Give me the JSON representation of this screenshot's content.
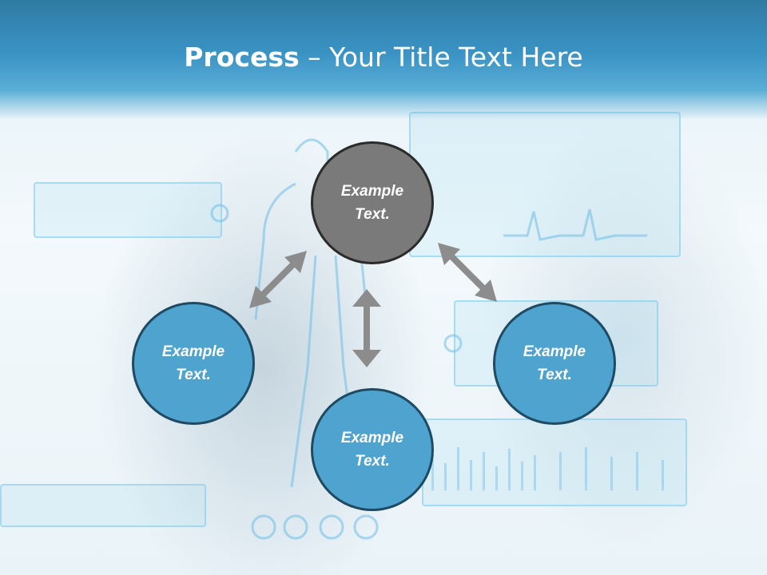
{
  "title": {
    "bold": "Process",
    "rest": " – Your Title Text Here"
  },
  "nodes": [
    {
      "id": "top",
      "label_line1": "Example",
      "label_line2": "Text."
    },
    {
      "id": "left",
      "label_line1": "Example",
      "label_line2": "Text."
    },
    {
      "id": "bottom",
      "label_line1": "Example",
      "label_line2": "Text."
    },
    {
      "id": "right",
      "label_line1": "Example",
      "label_line2": "Text."
    }
  ],
  "colors": {
    "title_bar": "#3a93c4",
    "node_blue": "#4fa3cf",
    "node_gray": "#7a7a7a",
    "arrow": "#8c8c8c"
  }
}
